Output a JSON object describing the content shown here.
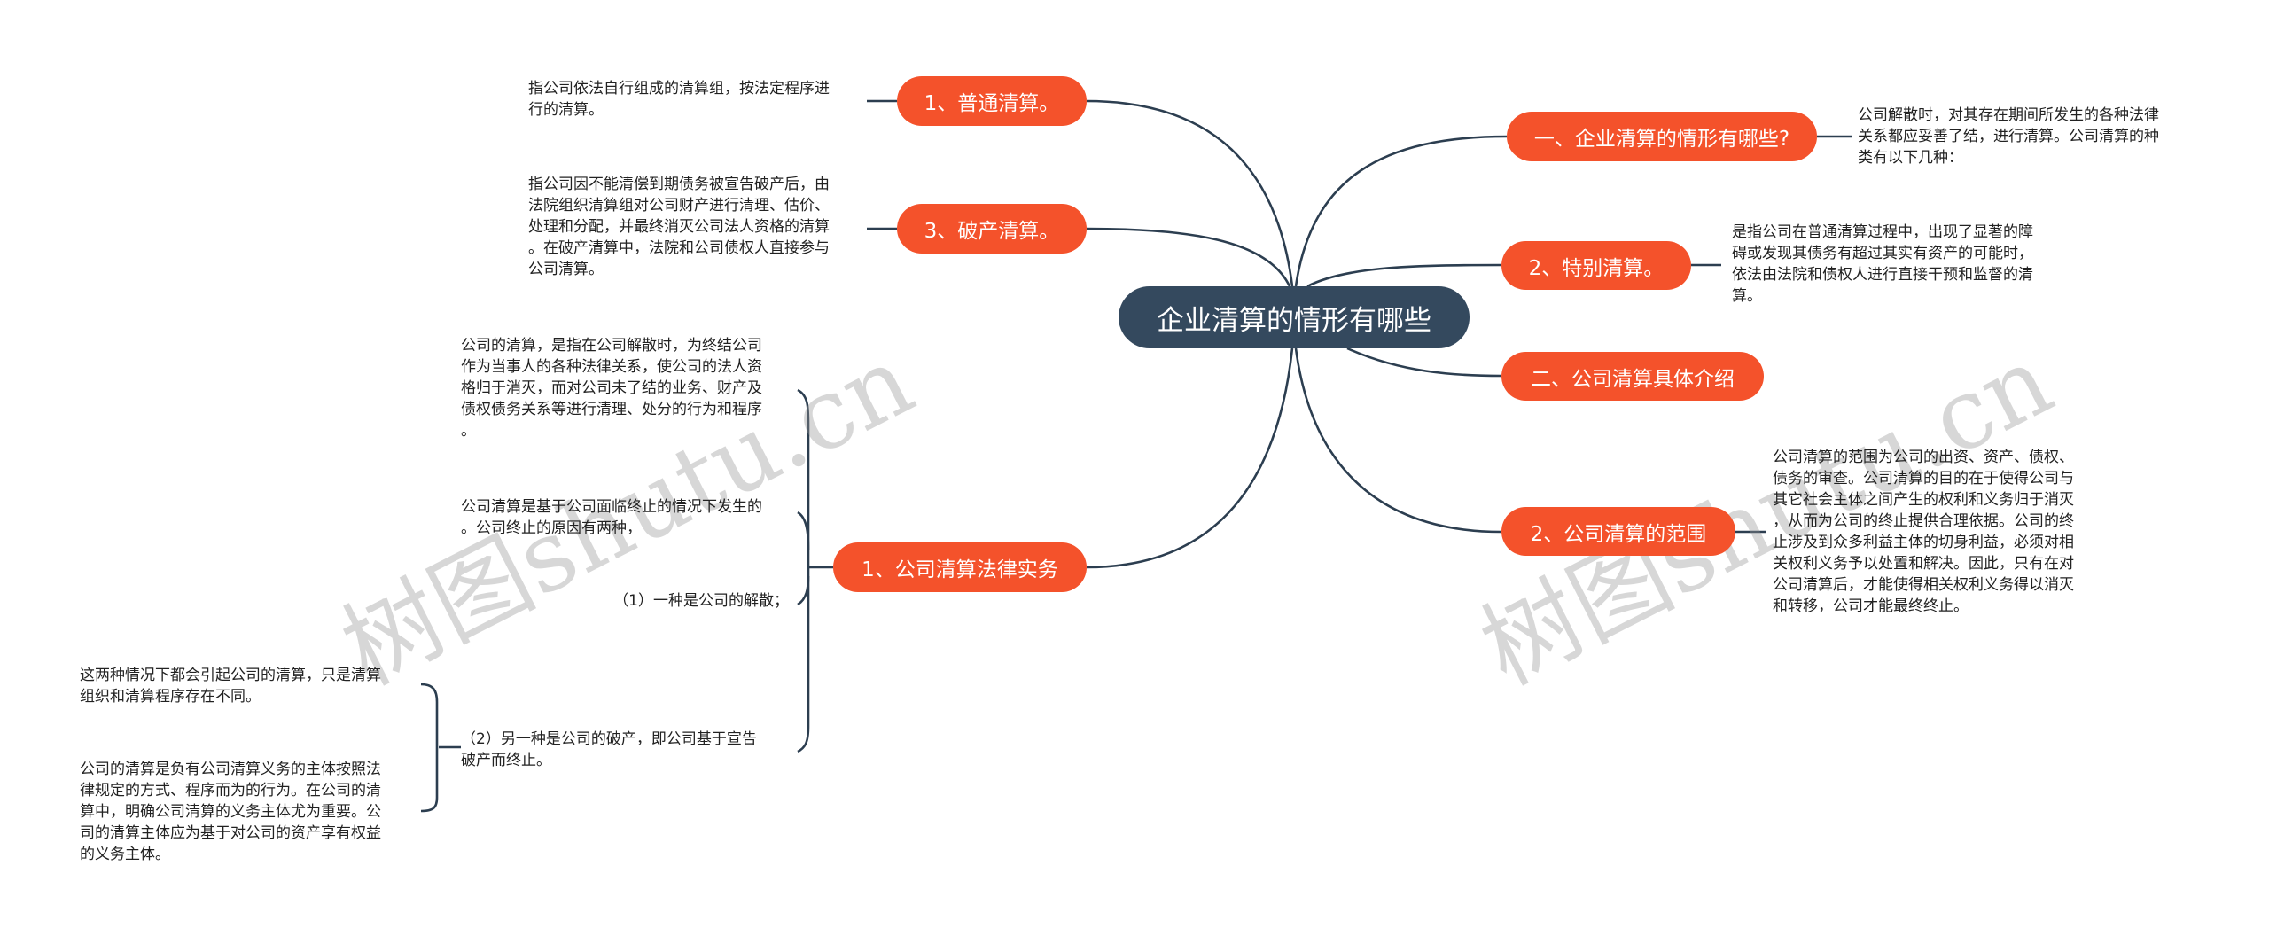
{
  "root": {
    "label": "企业清算的情形有哪些"
  },
  "colors": {
    "root_bg": "#34495e",
    "branch_bg": "#f4522b",
    "line": "#2c3e50",
    "text": "#222222",
    "watermark": "#bdbdbd"
  },
  "left": {
    "normal": {
      "label": "1、普通清算。",
      "note": "指公司依法自行组成的清算组，按法定程序进\n行的清算。"
    },
    "bankruptcy": {
      "label": "3、破产清算。",
      "note": "指公司因不能清偿到期债务被宣告破产后，由\n法院组织清算组对公司财产进行清理、估价、\n处理和分配，并最终消灭公司法人资格的清算\n。在破产清算中，法院和公司债权人直接参与\n公司清算。"
    },
    "practice": {
      "label": "1、公司清算法律实务",
      "notes": [
        "公司的清算，是指在公司解散时，为终结公司\n作为当事人的各种法律关系，使公司的法人资\n格归于消灭，而对公司未了结的业务、财产及\n债权债务关系等进行清理、处分的行为和程序\n。",
        "公司清算是基于公司面临终止的情况下发生的\n。公司终止的原因有两种，",
        "（1）一种是公司的解散；",
        "（2）另一种是公司的破产，即公司基于宣告\n破产而终止。"
      ],
      "sub_notes": [
        "这两种情况下都会引起公司的清算，只是清算\n组织和清算程序存在不同。",
        "公司的清算是负有公司清算义务的主体按照法\n律规定的方式、程序而为的行为。在公司的清\n算中，明确公司清算的义务主体尤为重要。公\n司的清算主体应为基于对公司的资产享有权益\n的义务主体。"
      ]
    }
  },
  "right": {
    "situations": {
      "label": "一、企业清算的情形有哪些?",
      "note": "公司解散时，对其存在期间所发生的各种法律\n关系都应妥善了结，进行清算。公司清算的种\n类有以下几种："
    },
    "special": {
      "label": "2、特别清算。",
      "note": "是指公司在普通清算过程中，出现了显著的障\n碍或发现其债务有超过其实有资产的可能时，\n依法由法院和债权人进行直接干预和监督的清\n算。"
    },
    "intro": {
      "label": "二、公司清算具体介绍"
    },
    "scope": {
      "label": "2、公司清算的范围",
      "note": "公司清算的范围为公司的出资、资产、债权、\n债务的审查。公司清算的目的在于使得公司与\n其它社会主体之间产生的权利和义务归于消灭\n，从而为公司的终止提供合理依据。公司的终\n止涉及到众多利益主体的切身利益，必须对相\n关权利义务予以处置和解决。因此，只有在对\n公司清算后，才能使得相关权利义务得以消灭\n和转移，公司才能最终终止。"
    }
  },
  "watermarks": [
    "树图shutu.cn",
    "树图shutu.cn"
  ]
}
